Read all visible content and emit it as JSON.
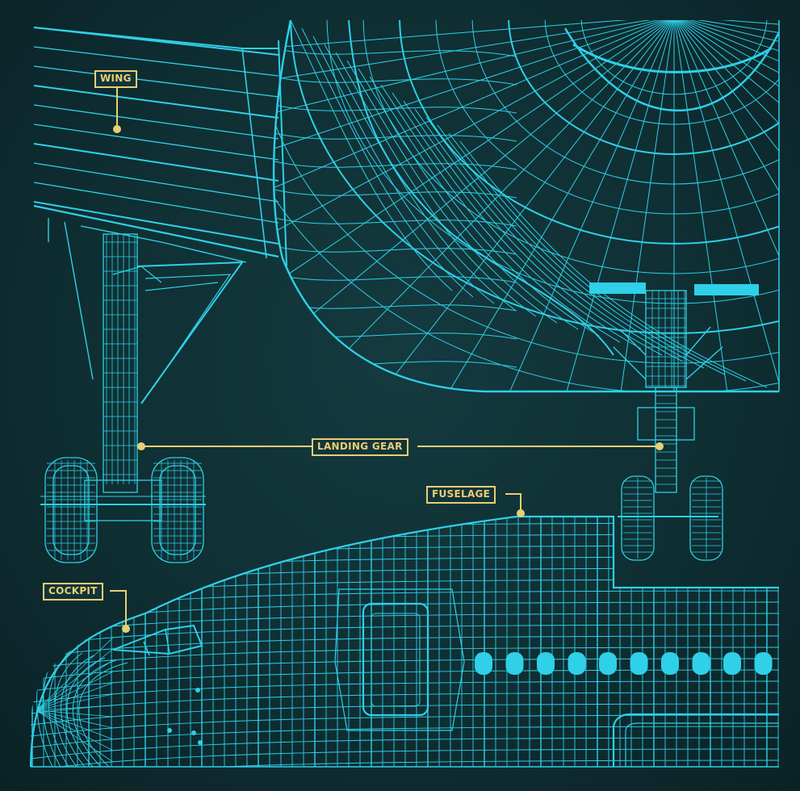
{
  "labels": {
    "wing": "WING",
    "landing_gear": "LANDING GEAR",
    "fuselage": "FUSELAGE",
    "cockpit": "COCKPIT"
  },
  "colors": {
    "background": "#0f2f33",
    "wireframe": "#2fd0e8",
    "label": "#e8cf74"
  }
}
